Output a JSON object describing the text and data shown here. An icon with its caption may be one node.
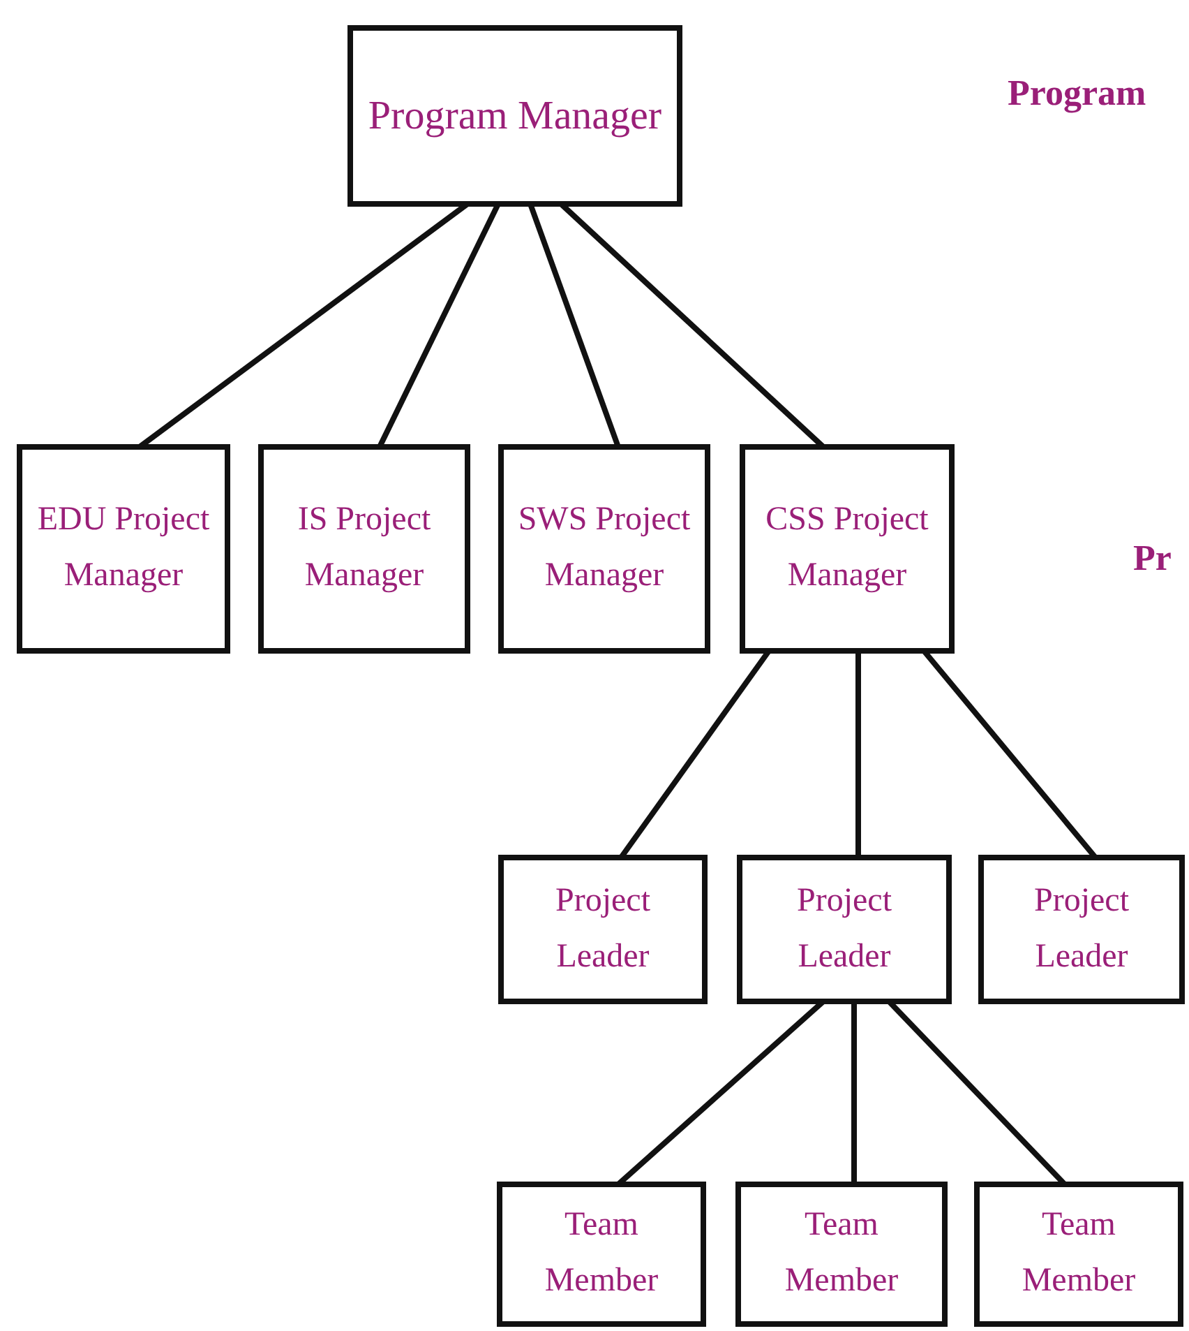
{
  "diagram": {
    "nodes": [
      {
        "text": [
          "Program Manager"
        ]
      },
      {
        "text": [
          "EDU Project Manager"
        ]
      },
      {
        "text": [
          "IS Project Manager"
        ]
      },
      {
        "text": [
          "SWS Project Manager"
        ]
      },
      {
        "text": [
          "CSS Project Manager"
        ]
      },
      {
        "text": [
          "Project Leader"
        ]
      },
      {
        "text": [
          "Project Leader"
        ]
      },
      {
        "text": [
          "Project Leader"
        ]
      },
      {
        "text": [
          "Team Member"
        ]
      },
      {
        "text": [
          "Team Member"
        ]
      },
      {
        "text": [
          "Team Member"
        ]
      }
    ],
    "edges": [
      {
        "from": 0,
        "to": 1,
        "arrow": "none"
      },
      {
        "from": 0,
        "to": 2,
        "arrow": "none"
      },
      {
        "from": 0,
        "to": 3,
        "arrow": "none"
      },
      {
        "from": 0,
        "to": 4,
        "arrow": "none"
      },
      {
        "from": 4,
        "to": 5,
        "arrow": "none"
      },
      {
        "from": 4,
        "to": 6,
        "arrow": "none"
      },
      {
        "from": 4,
        "to": 7,
        "arrow": "none"
      },
      {
        "from": 6,
        "to": 8,
        "arrow": "none"
      },
      {
        "from": 6,
        "to": 9,
        "arrow": "none"
      },
      {
        "from": 6,
        "to": 10,
        "arrow": "none"
      }
    ],
    "labels": [
      "Program",
      "Pr"
    ]
  }
}
